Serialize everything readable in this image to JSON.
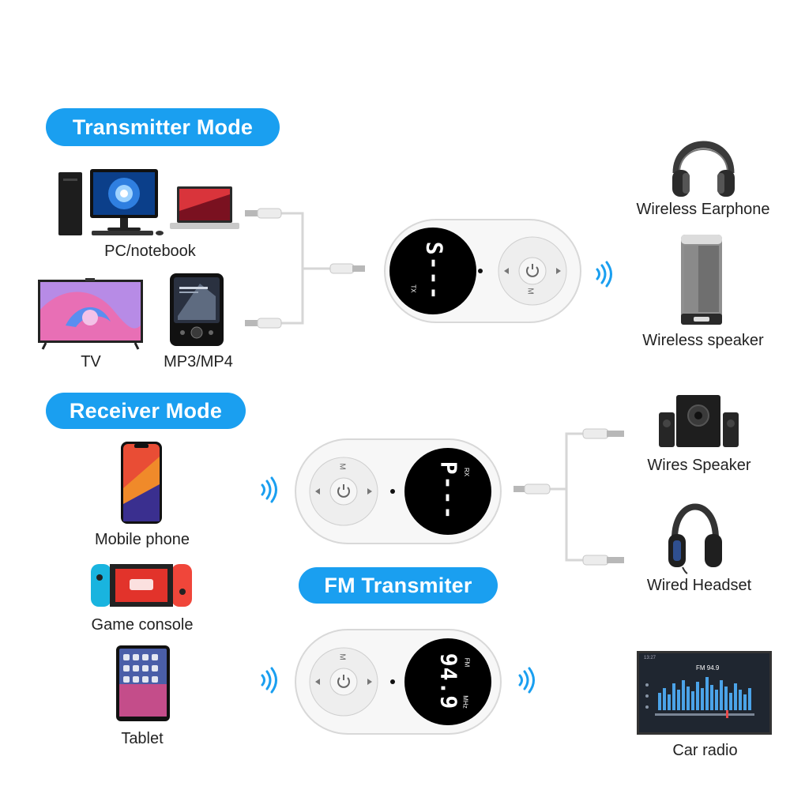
{
  "sections": {
    "transmitter_title": "Transmitter Mode",
    "receiver_title": "Receiver Mode",
    "fm_title": "FM Transmiter"
  },
  "labels": {
    "pc": "PC/notebook",
    "tv": "TV",
    "mp3": "MP3/MP4",
    "wireless_earphone": "Wireless Earphone",
    "wireless_speaker": "Wireless speaker",
    "mobile_phone": "Mobile phone",
    "game_console": "Game console",
    "tablet": "Tablet",
    "wires_speaker": "Wires Speaker",
    "wired_headset": "Wired Headset",
    "car_radio": "Car radio"
  },
  "devices": {
    "tx": {
      "display": "S---",
      "mode": "TX"
    },
    "rx": {
      "display": "P---",
      "mode": "RX"
    },
    "fm": {
      "display": "94.9",
      "mode": "FM",
      "unit": "MHz"
    }
  },
  "car_radio_screen": {
    "station": "FM 94.9",
    "time": "13:27"
  },
  "colors": {
    "accent": "#1a9ff0",
    "device": "#f4f4f4",
    "display": "#000000"
  }
}
